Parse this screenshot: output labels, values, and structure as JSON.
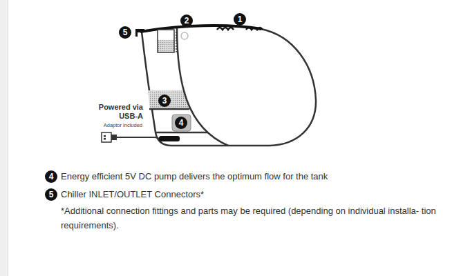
{
  "diagram": {
    "labels": [
      "5",
      "2",
      "1",
      "3",
      "4",
      "Powered via USB-A",
      "Adaptor included",
      "4",
      "Energy efficient 5V DC pump delivers the optimum flow for the tank",
      "5",
      "Chiller INLET/OUTLET Connectors*",
      "*Additional connection fittings and parts may be required (depending on individual installa- tion requirements)."
    ]
  }
}
